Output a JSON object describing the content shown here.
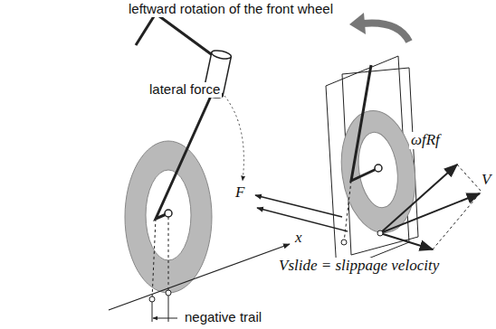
{
  "diagram": {
    "labels": [
      "leftward rotation of the front wheel",
      "lateral force",
      "F",
      "ωfRf",
      "V",
      "x",
      "Vslide = slippage velocity",
      "negative trail"
    ]
  }
}
